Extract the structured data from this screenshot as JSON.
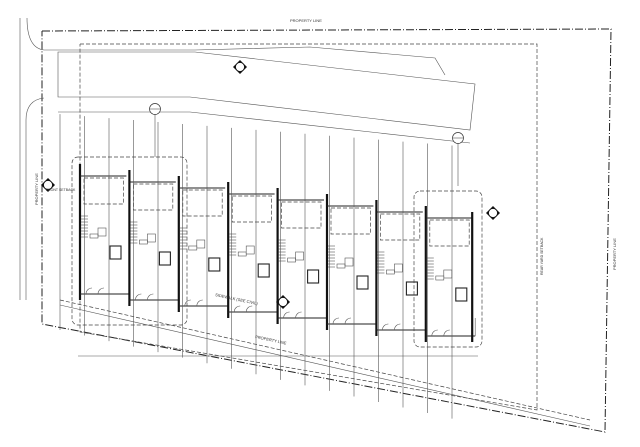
{
  "labels": {
    "property_line_top": "PROPERTY LINE",
    "property_line_left": "PROPERTY LINE",
    "property_line_right": "PROPERTY LINE",
    "property_line_bottom": "PROPERTY LINE",
    "front_setback": "FRONT SETBACK",
    "rear_setback": "REAR YARD SETBACK",
    "sidewalk": "SIDEWALK (SEE CIVIL)"
  },
  "units": {
    "count": 8
  },
  "colors": {
    "line": "#222222",
    "background": "#ffffff"
  }
}
